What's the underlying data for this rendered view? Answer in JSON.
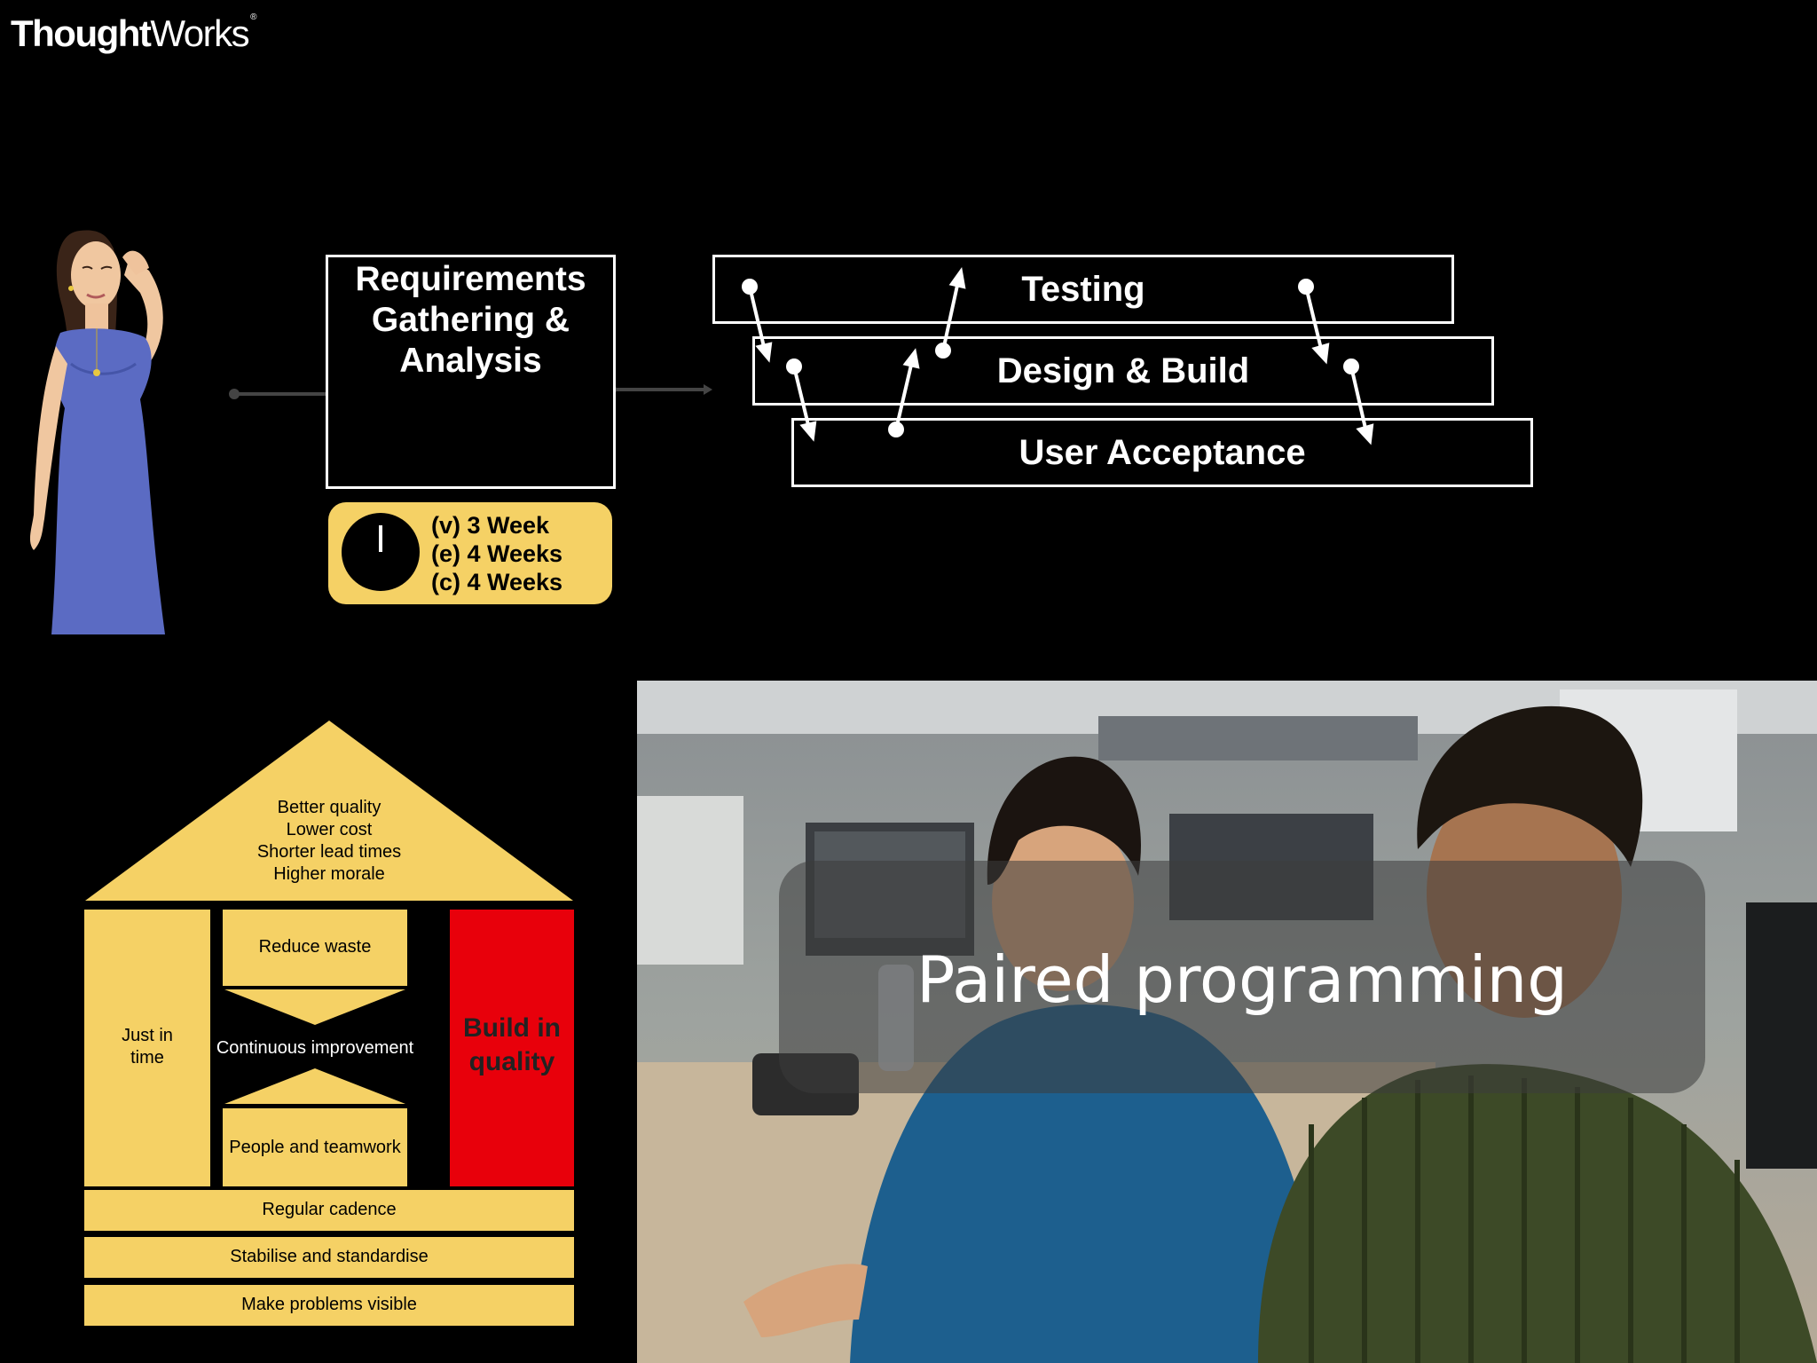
{
  "logo": {
    "text_bold": "Thought",
    "text_regular": "Works",
    "mark": "®"
  },
  "process": {
    "requirements": [
      "Requirements",
      "Gathering &",
      "Analysis"
    ],
    "stages": [
      "Testing",
      "Design & Build",
      "User Acceptance"
    ]
  },
  "timing": {
    "clock_glyph": "clock-icon",
    "lines": [
      "(v) 3 Week",
      "(e) 4 Weeks",
      "(c) 4 Weeks"
    ]
  },
  "house": {
    "roof": [
      "Better quality",
      "Lower cost",
      "Shorter lead times",
      "Higher morale"
    ],
    "left_pillar": [
      "Just in",
      "time"
    ],
    "reduce_waste": "Reduce waste",
    "continuous": "Continuous improvement",
    "people": "People and teamwork",
    "right_pillar": [
      "Build in",
      "quality"
    ],
    "foundations": [
      "Regular cadence",
      "Stabilise and standardise",
      "Make problems visible"
    ]
  },
  "photo": {
    "caption": "Paired programming"
  },
  "colors": {
    "accent_yellow": "#f5d165",
    "accent_red": "#e8000b",
    "background": "#000000"
  }
}
